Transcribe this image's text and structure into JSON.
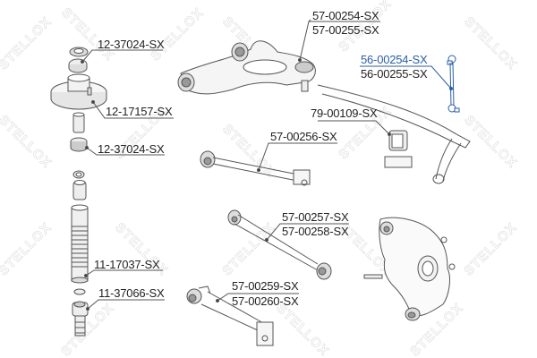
{
  "diagram": {
    "type": "exploded parts diagram",
    "subject": "suspension components",
    "watermark": "STELLOX",
    "colors": {
      "line": "#555555",
      "text": "#222222",
      "highlight": "#2a5ea8",
      "watermark": "#e2e2e2"
    }
  },
  "labels": [
    {
      "id": "12-37024-top",
      "text": "12-37024-SX",
      "highlighted": false
    },
    {
      "id": "12-17157",
      "text": "12-17157-SX",
      "highlighted": false
    },
    {
      "id": "12-37024-bottom",
      "text": "12-37024-SX",
      "highlighted": false
    },
    {
      "id": "11-17037",
      "text": "11-17037-SX",
      "highlighted": false
    },
    {
      "id": "11-37066",
      "text": "11-37066-SX",
      "highlighted": false
    },
    {
      "id": "57-00254",
      "text": "57-00254-SX",
      "highlighted": false
    },
    {
      "id": "57-00255",
      "text": "57-00255-SX",
      "highlighted": false
    },
    {
      "id": "56-00254",
      "text": "56-00254-SX",
      "highlighted": true
    },
    {
      "id": "56-00255",
      "text": "56-00255-SX",
      "highlighted": false
    },
    {
      "id": "79-00109",
      "text": "79-00109-SX",
      "highlighted": false
    },
    {
      "id": "57-00256",
      "text": "57-00256-SX",
      "highlighted": false
    },
    {
      "id": "57-00257",
      "text": "57-00257-SX",
      "highlighted": false
    },
    {
      "id": "57-00258",
      "text": "57-00258-SX",
      "highlighted": false
    },
    {
      "id": "57-00259",
      "text": "57-00259-SX",
      "highlighted": false
    },
    {
      "id": "57-00260",
      "text": "57-00260-SX",
      "highlighted": false
    }
  ],
  "parts": [
    {
      "name": "top-mount-bushing",
      "label_refs": [
        "12-37024-top"
      ]
    },
    {
      "name": "strut-top-mount",
      "label_refs": [
        "12-17157"
      ]
    },
    {
      "name": "lower-mount-bushing",
      "label_refs": [
        "12-37024-bottom"
      ]
    },
    {
      "name": "dust-boot",
      "label_refs": [
        "11-17037"
      ]
    },
    {
      "name": "bump-stop",
      "label_refs": [
        "11-37066"
      ]
    },
    {
      "name": "upper-control-arm",
      "label_refs": [
        "57-00254",
        "57-00255"
      ]
    },
    {
      "name": "stabilizer-link",
      "label_refs": [
        "56-00254",
        "56-00255"
      ]
    },
    {
      "name": "stabilizer-bushing",
      "label_refs": [
        "79-00109"
      ]
    },
    {
      "name": "lateral-link",
      "label_refs": [
        "57-00256"
      ]
    },
    {
      "name": "lower-arm",
      "label_refs": [
        "57-00257",
        "57-00258"
      ]
    },
    {
      "name": "trailing-link",
      "label_refs": [
        "57-00259",
        "57-00260"
      ]
    },
    {
      "name": "steering-knuckle",
      "label_refs": []
    }
  ]
}
